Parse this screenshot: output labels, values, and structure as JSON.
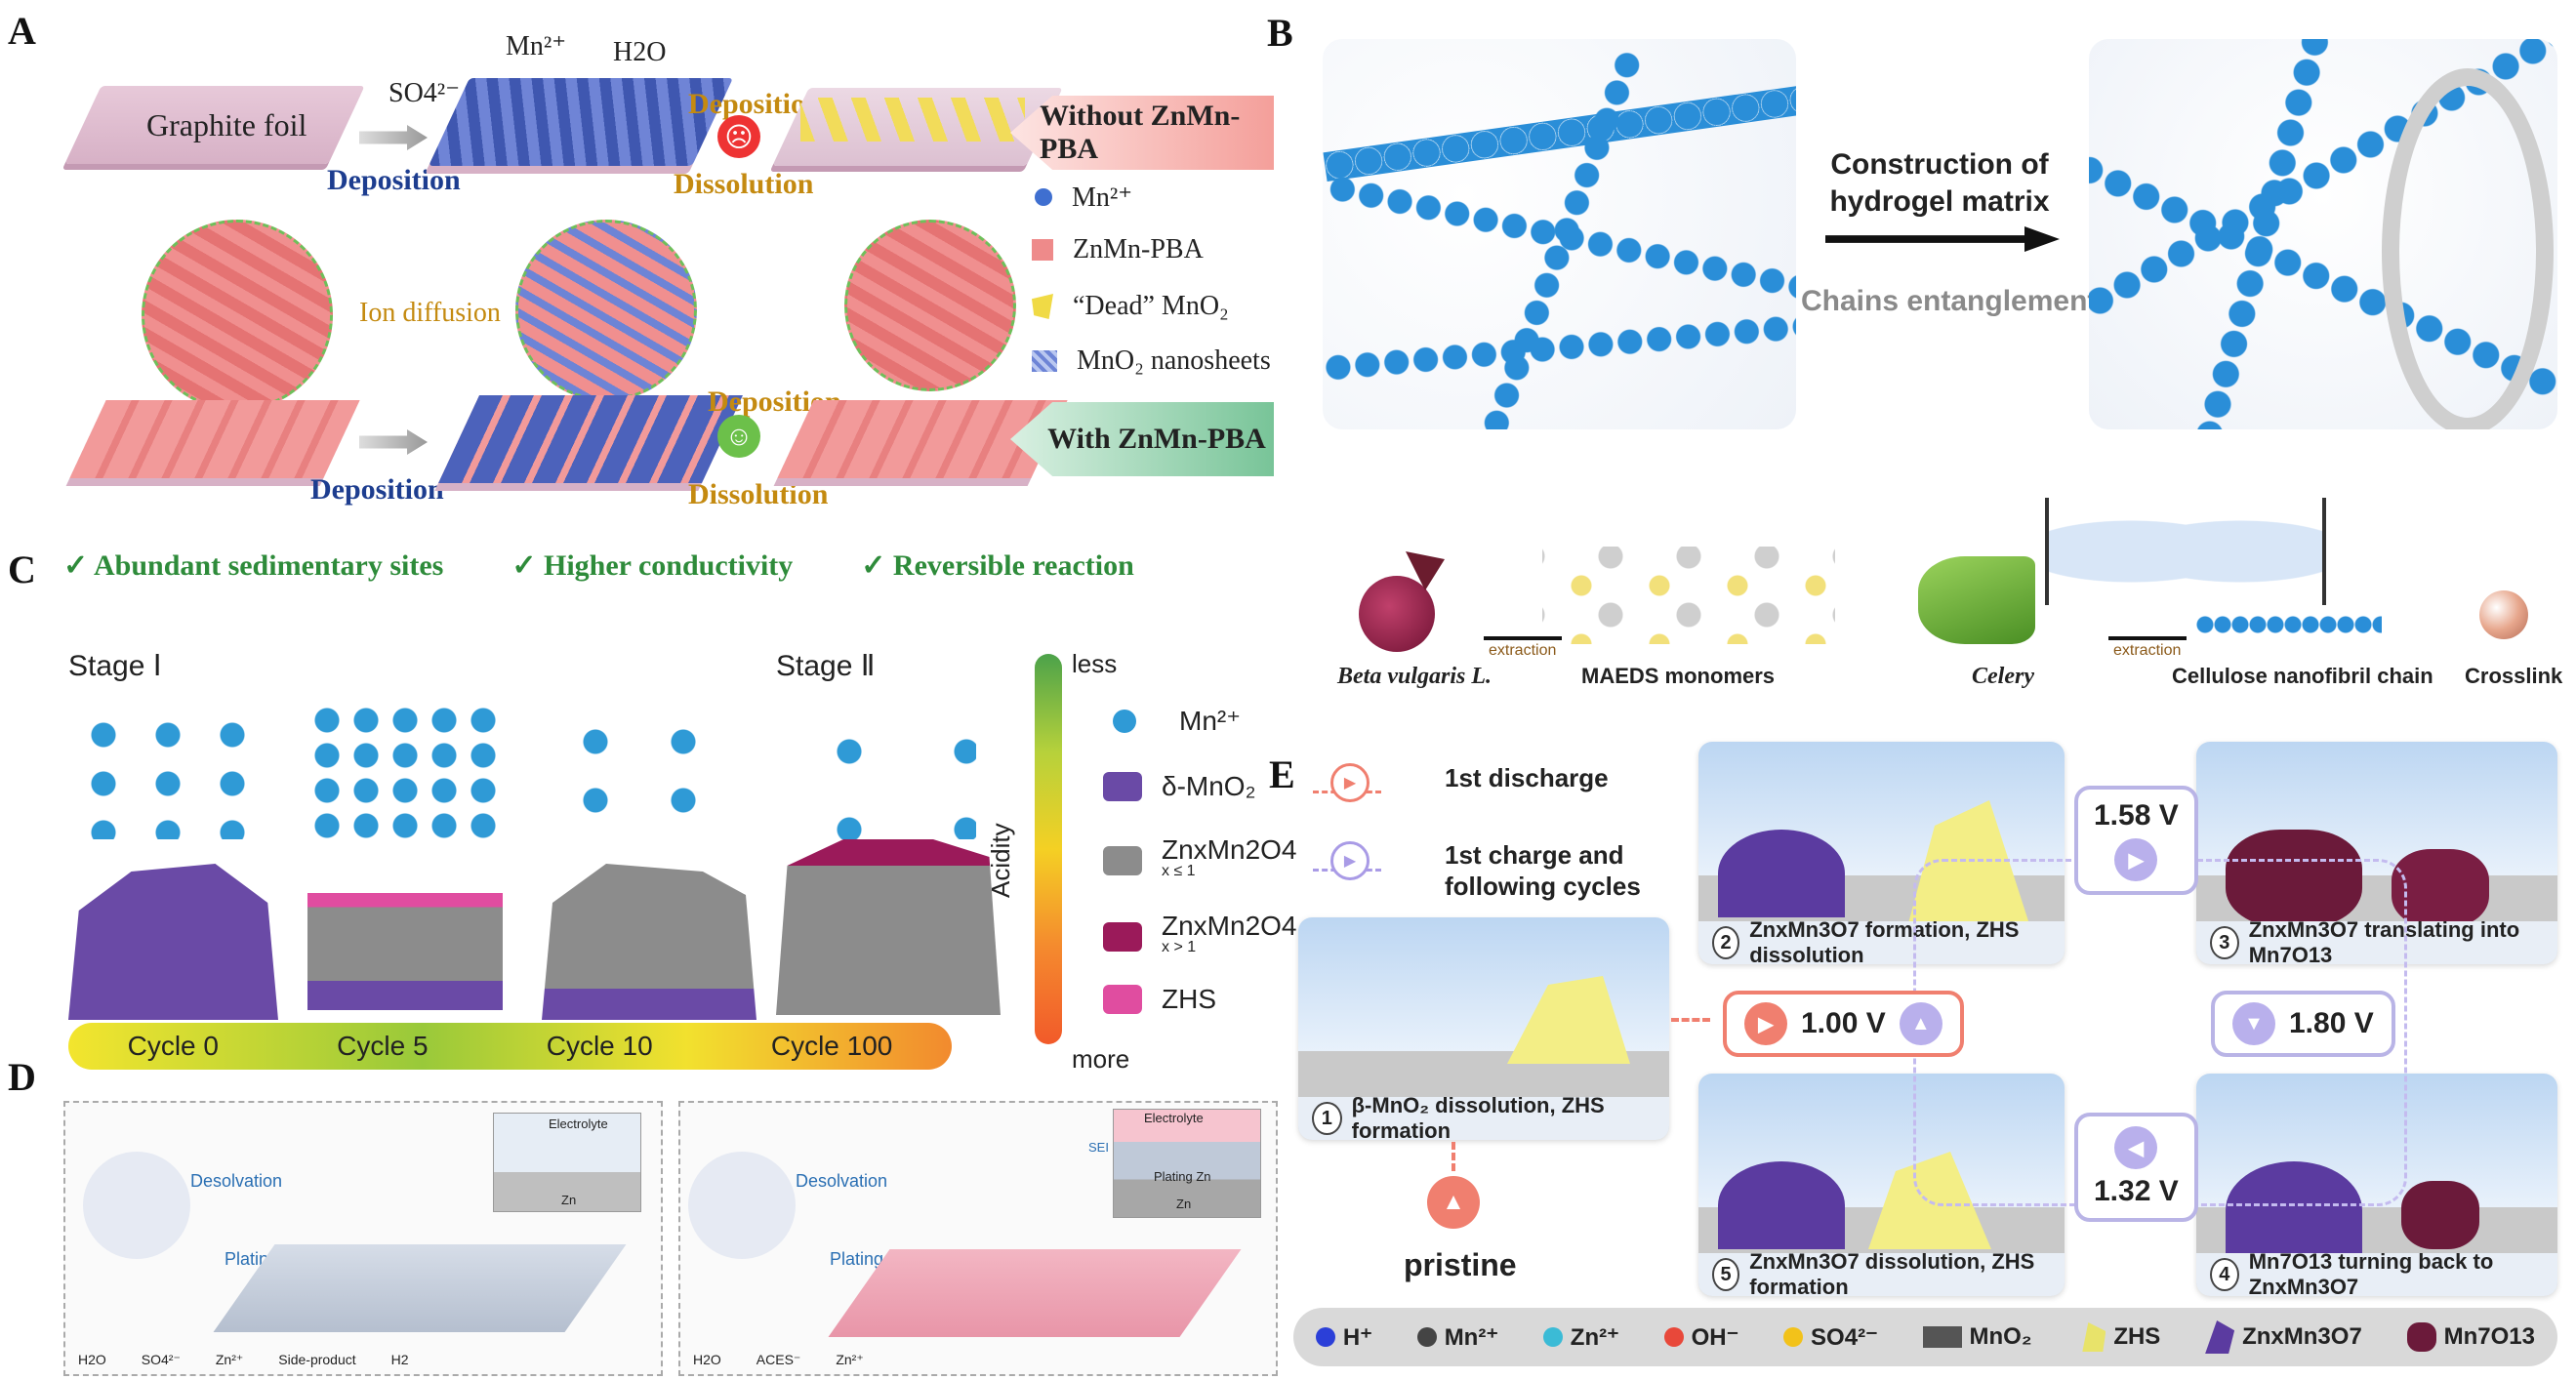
{
  "panels": {
    "a": "A",
    "b": "B",
    "c": "C",
    "d": "D",
    "e": "E"
  },
  "panel_a": {
    "graphite": "Graphite foil",
    "so4": "SO4²⁻",
    "mn": "Mn²⁺",
    "h2o": "H2O",
    "deposition": "Deposition",
    "dissolution": "Dissolution",
    "without": "Without ZnMn-PBA",
    "with": "With ZnMn-PBA",
    "ion_diffusion": "Ion diffusion",
    "legend": [
      "Mn²⁺",
      "ZnMn-PBA",
      "“Dead” MnO₂",
      "MnO₂ nanosheets"
    ],
    "checks": [
      "Abundant sedimentary sites",
      "Higher conductivity",
      "Reversible reaction"
    ]
  },
  "panel_b": {
    "construction": "Construction of hydrogel matrix",
    "entangle": "Chains entanglement",
    "beta": "Beta vulgaris L.",
    "extraction": "extraction",
    "maeds": "MAEDS monomers",
    "celery": "Celery",
    "cellulose": "Cellulose nanofibril chain",
    "crosslink": "Crosslink"
  },
  "panel_c": {
    "stage1": "Stage Ⅰ",
    "stage2": "Stage Ⅱ",
    "less": "less",
    "more": "more",
    "acidity": "Acidity",
    "legend": [
      "Mn²⁺",
      "δ-MnO₂",
      "ZnxMn2O4",
      "x ≤ 1",
      "ZnxMn2O4",
      "x > 1",
      "ZHS"
    ],
    "cycles": [
      "Cycle 0",
      "Cycle 5",
      "Cycle 10",
      "Cycle 100"
    ]
  },
  "panel_d": {
    "desolvation": "Desolvation",
    "plating": "Plating",
    "electrolyte": "Electrolyte",
    "zn": "Zn",
    "sei": "SEI",
    "plating_zn": "Plating Zn",
    "legend_left": [
      "H2O",
      "SO4²⁻",
      "Zn²⁺",
      "Side-product",
      "H2"
    ],
    "legend_right": [
      "H2O",
      "ACES⁻",
      "Zn²⁺"
    ]
  },
  "panel_e": {
    "first_discharge": "1st discharge",
    "first_charge": "1st charge and following cycles",
    "voltages": [
      "1.58 V",
      "1.00 V",
      "1.80 V",
      "1.32 V"
    ],
    "captions": [
      "β-MnO₂ dissolution, ZHS formation",
      "ZnxMn3O7 formation, ZHS dissolution",
      "ZnxMn3O7 translating into Mn7O13",
      "Mn7O13 turning back to ZnxMn3O7",
      "ZnxMn3O7 dissolution, ZHS formation"
    ],
    "nums": [
      "1",
      "2",
      "3",
      "4",
      "5"
    ],
    "pristine": "pristine",
    "legend": [
      "H⁺",
      "Mn²⁺",
      "Zn²⁺",
      "OH⁻",
      "SO4²⁻",
      "MnO₂",
      "ZHS",
      "ZnxMn3O7",
      "Mn7O13"
    ]
  },
  "colors": {
    "blue_arrow": "#f6b1ac",
    "green_arrow": "#7cc49a",
    "deposition": "#1d3d8f",
    "dissolution": "#c48a10",
    "check": "#2e8b3a",
    "mn_dot": "#2f9ad6",
    "purple": "#6a4aa6",
    "gray": "#8c8c8c",
    "magenta": "#9b1a5a",
    "pink": "#e04da0"
  }
}
